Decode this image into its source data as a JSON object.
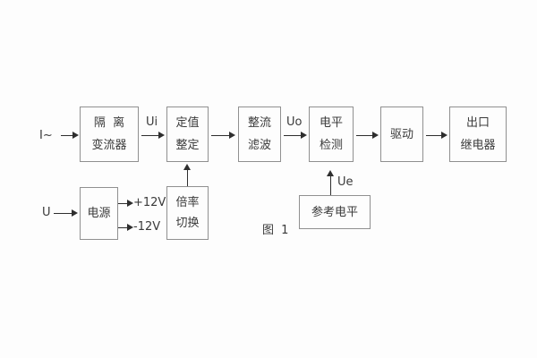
{
  "figure": {
    "caption": "图 1",
    "labels": {
      "input_current": "I~",
      "input_voltage": "U",
      "ui": "Ui",
      "uo": "Uo",
      "ue": "Ue",
      "plus_12v": "+12V",
      "minus_12v": "-12V"
    },
    "blocks": {
      "isolation_transformer": {
        "line1": "隔  离",
        "line2": "变流器"
      },
      "setting_adjust": {
        "line1": "定值",
        "line2": "整定"
      },
      "rectifier_filter": {
        "line1": "整流",
        "line2": "滤波"
      },
      "level_detection": {
        "line1": "电平",
        "line2": "检测"
      },
      "drive": {
        "line1": "驱动"
      },
      "output_relay": {
        "line1": "出口",
        "line2": "继电器"
      },
      "power_supply": {
        "line1": "电源"
      },
      "ratio_switch": {
        "line1": "倍率",
        "line2": "切换"
      },
      "reference_level": {
        "line1": "参考电平"
      }
    },
    "colors": {
      "background": "#fdfdfd",
      "box_border": "#909090",
      "text": "#3a3a3a",
      "arrow": "#2e2e2e"
    }
  }
}
